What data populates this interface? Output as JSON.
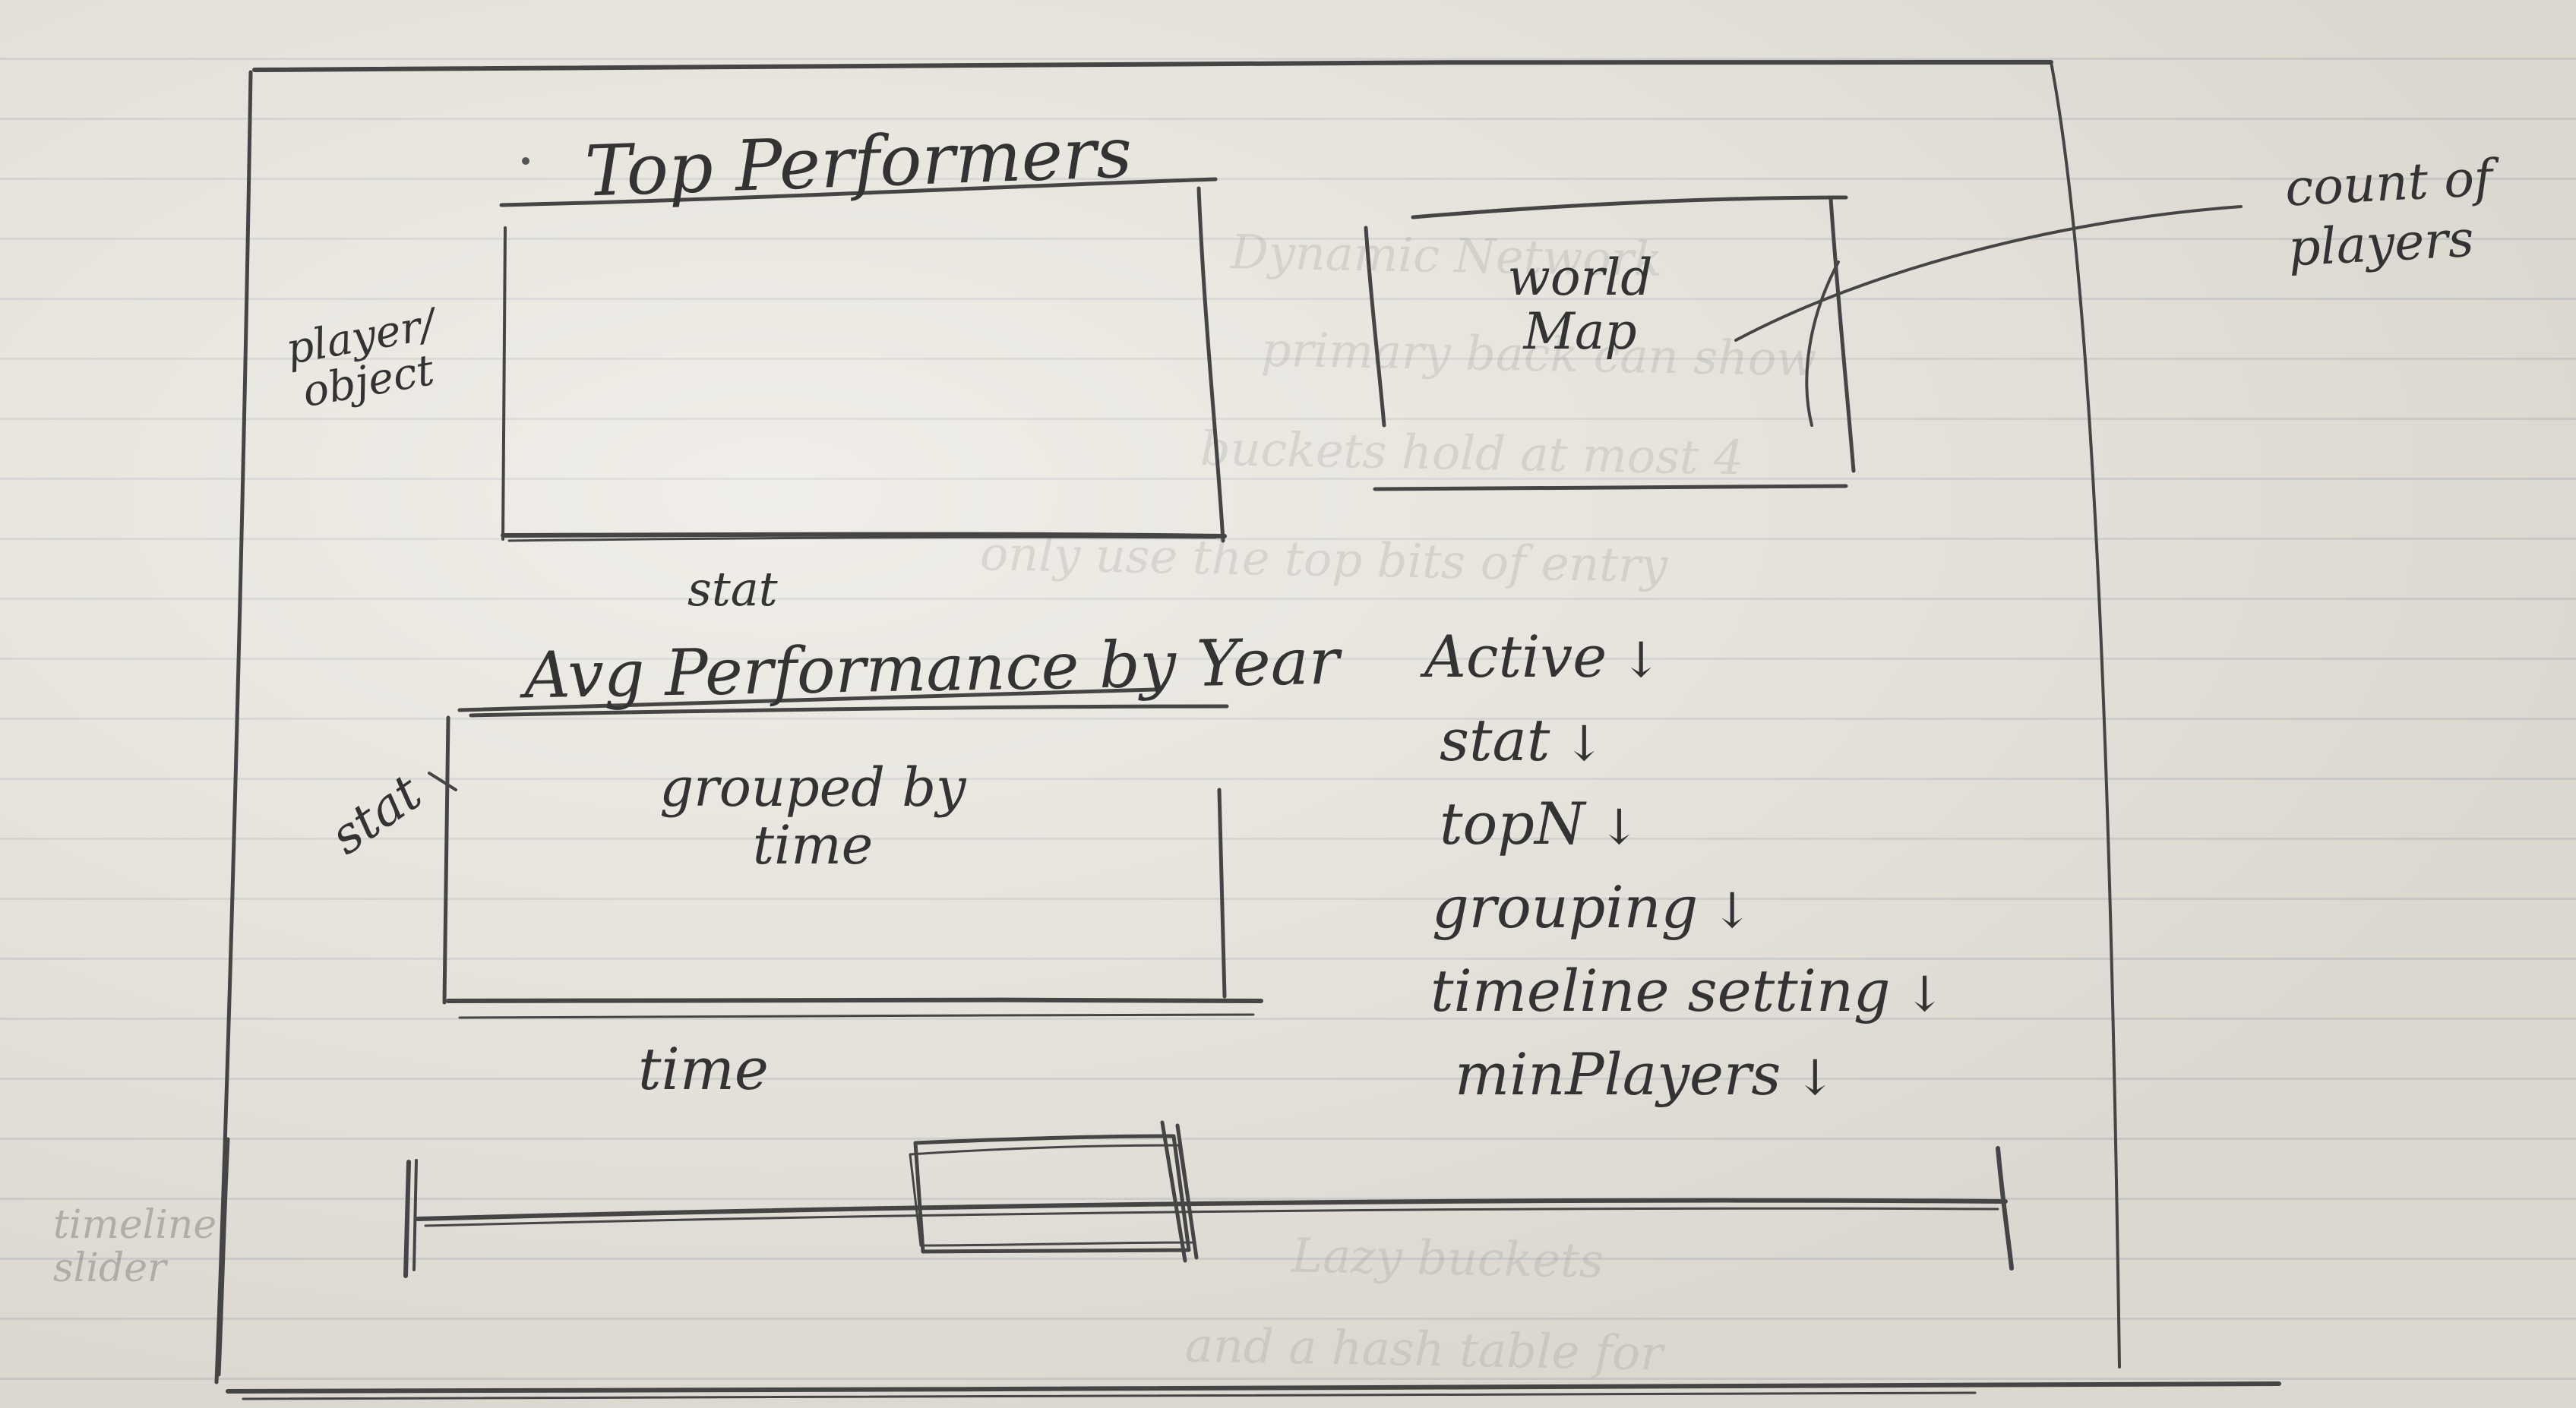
{
  "panels": {
    "top_performers": {
      "title": "Top Performers",
      "y_label": "player/ object",
      "x_label": "stat"
    },
    "world_map": {
      "title": "world Map",
      "annotation": "count of players"
    },
    "avg_performance": {
      "title": "Avg Performance by Year",
      "body": "grouped by time",
      "y_label": "stat",
      "x_label": "time"
    }
  },
  "controls": [
    {
      "label": "Active",
      "arrow": "↓"
    },
    {
      "label": "stat",
      "arrow": "↓"
    },
    {
      "label": "topN",
      "arrow": "↓"
    },
    {
      "label": "grouping",
      "arrow": "↓"
    },
    {
      "label": "timeline setting",
      "arrow": "↓"
    },
    {
      "label": "minPlayers",
      "arrow": "↓"
    }
  ],
  "timeline_slider": {
    "label": "timeline slider"
  },
  "ghost_text": [
    "Dynamic Network",
    "primary back can show",
    "buckets hold at most 4",
    "only use the top bits of entry",
    "Lazy buckets",
    "and a hash table for"
  ]
}
